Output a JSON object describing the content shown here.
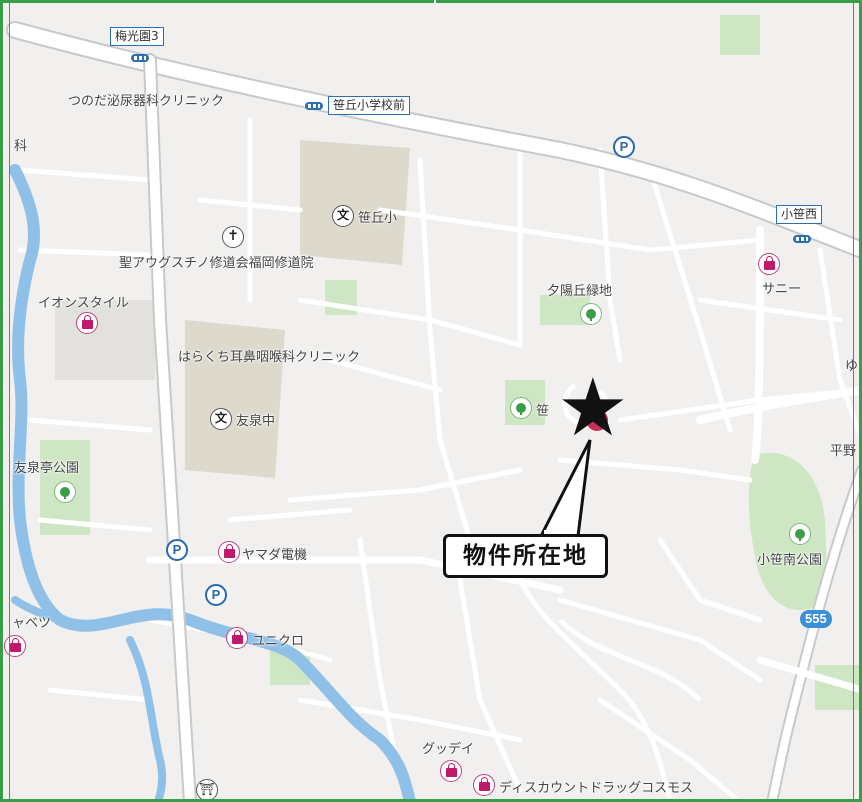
{
  "stations": [
    {
      "id": "baikoen3",
      "label": "梅光園3"
    },
    {
      "id": "sasaoka",
      "label": "笹丘小学校前"
    },
    {
      "id": "kozasanishi",
      "label": "小笹西"
    }
  ],
  "places": {
    "clinic_urology": "つのだ泌尿器科クリニック",
    "clinic_edge": "科",
    "school_sasaoka": "笹丘小",
    "church": "聖アウグスチノ修道会福岡修道院",
    "yuhigaoka": "夕陽丘緑地",
    "sunny": "サニー",
    "aeon": "イオンスタイル",
    "clinic_ent": "はらくち耳鼻咽喉科クリニック",
    "school_tomoizumi": "友泉中",
    "park_sasa": "笹",
    "hirano": "平野",
    "yumi": "ゆみ",
    "tomoizumitei": "友泉亭公園",
    "kozasaminami": "小笹南公園",
    "yamada": "ヤマダ電機",
    "uniqlo": "ユニクロ",
    "cabbage_edge": "ャベツ",
    "goodday": "グッデイ",
    "cosmos": "ディスカウントドラッグコスモス"
  },
  "icons": {
    "parking": "P",
    "school": "文",
    "church": "✝",
    "shrine": "⛩"
  },
  "route_number": "555",
  "property": {
    "marker": "★",
    "callout": "物件所在地"
  },
  "colors": {
    "frame": "#3a9d4a",
    "park": "#cfe6c4",
    "water": "#8fc1e8",
    "road": "#ffffff",
    "marker_dot": "#c83058"
  }
}
